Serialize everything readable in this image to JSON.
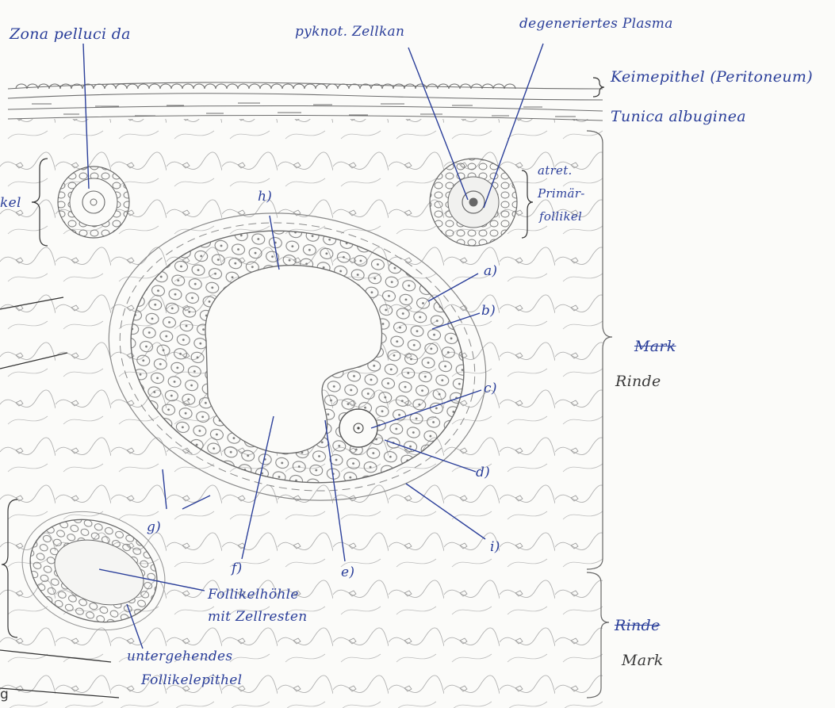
{
  "labels": {
    "zona_pellucida": "Zona pelluci da",
    "pyknot_zellkern": "pyknot. Zellkan",
    "degeneriertes_plasma": "degeneriertes Plasma",
    "keimepithel": "Keimepithel (Peritoneum)",
    "tunica_albuginea": "Tunica albuginea",
    "atret_line1": "atret.",
    "atret_line2": "Primär-",
    "atret_line3": "follikel",
    "left_fragment": "kel",
    "h": "h)",
    "a": "a)",
    "b": "b)",
    "c": "c)",
    "d": "d)",
    "i": "i)",
    "g": "g)",
    "f": "f)",
    "e": "e)",
    "mark_struck": "Mark",
    "rinde": "Rinde",
    "follikelhoehle_line1": "Follikelhöhle",
    "follikelhoehle_line2": "mit Zellresten",
    "untergehendes_line1": "untergehendes",
    "untergehendes_line2": "Follikelepithel",
    "rinde_struck": "Rinde",
    "mark": "Mark",
    "bottom_fragment": "g"
  },
  "colors": {
    "pen": "#2b3f9a",
    "pencil": "#6b6b6b",
    "paper": "#fbfbf9"
  }
}
